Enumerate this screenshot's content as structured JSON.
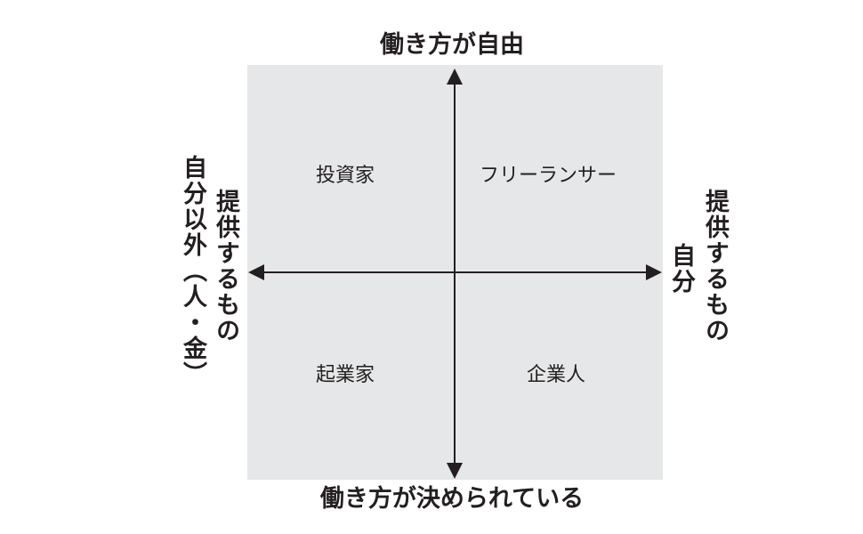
{
  "axes": {
    "top": "働き方が自由",
    "bottom": "働き方が決められている",
    "left_line1": "自分以外（人・金）",
    "left_line2": "提供するもの",
    "right_line1": "自分",
    "right_line2": "提供するもの"
  },
  "quadrants": {
    "top_left": "投資家",
    "top_right": "フリーランサー",
    "bottom_left": "起業家",
    "bottom_right": "企業人"
  },
  "colors": {
    "panel": "#e6e7e8",
    "ink": "#231f20"
  }
}
